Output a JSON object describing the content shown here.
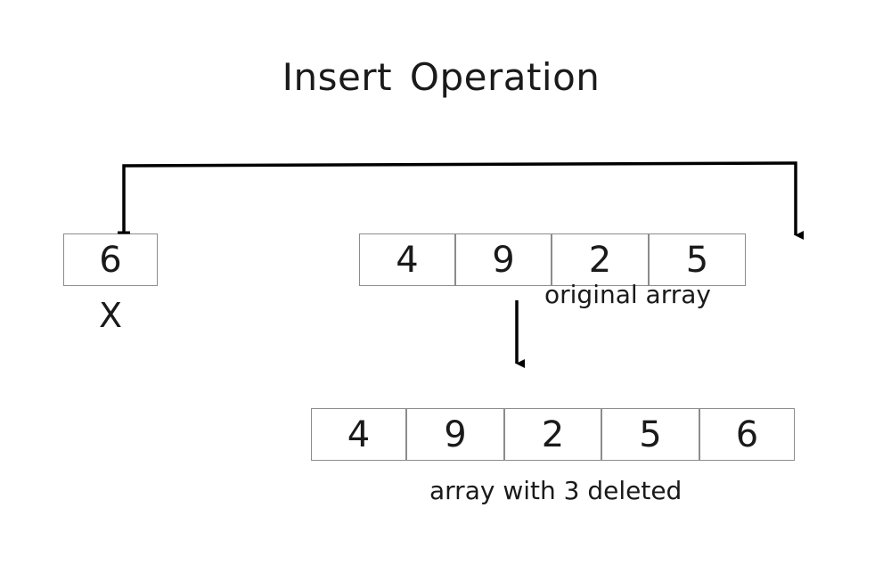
{
  "title": "Insert Operation",
  "element": {
    "value": "6",
    "name": "X"
  },
  "original_array": {
    "values": [
      "4",
      "9",
      "2",
      "5"
    ],
    "label": "original array"
  },
  "result_array": {
    "values": [
      "4",
      "9",
      "2",
      "5",
      "6"
    ],
    "label": "array with 3 deleted"
  },
  "colors": {
    "line": "#000000",
    "cell_border": "#8c8c8c",
    "text": "#1a1a1a"
  }
}
